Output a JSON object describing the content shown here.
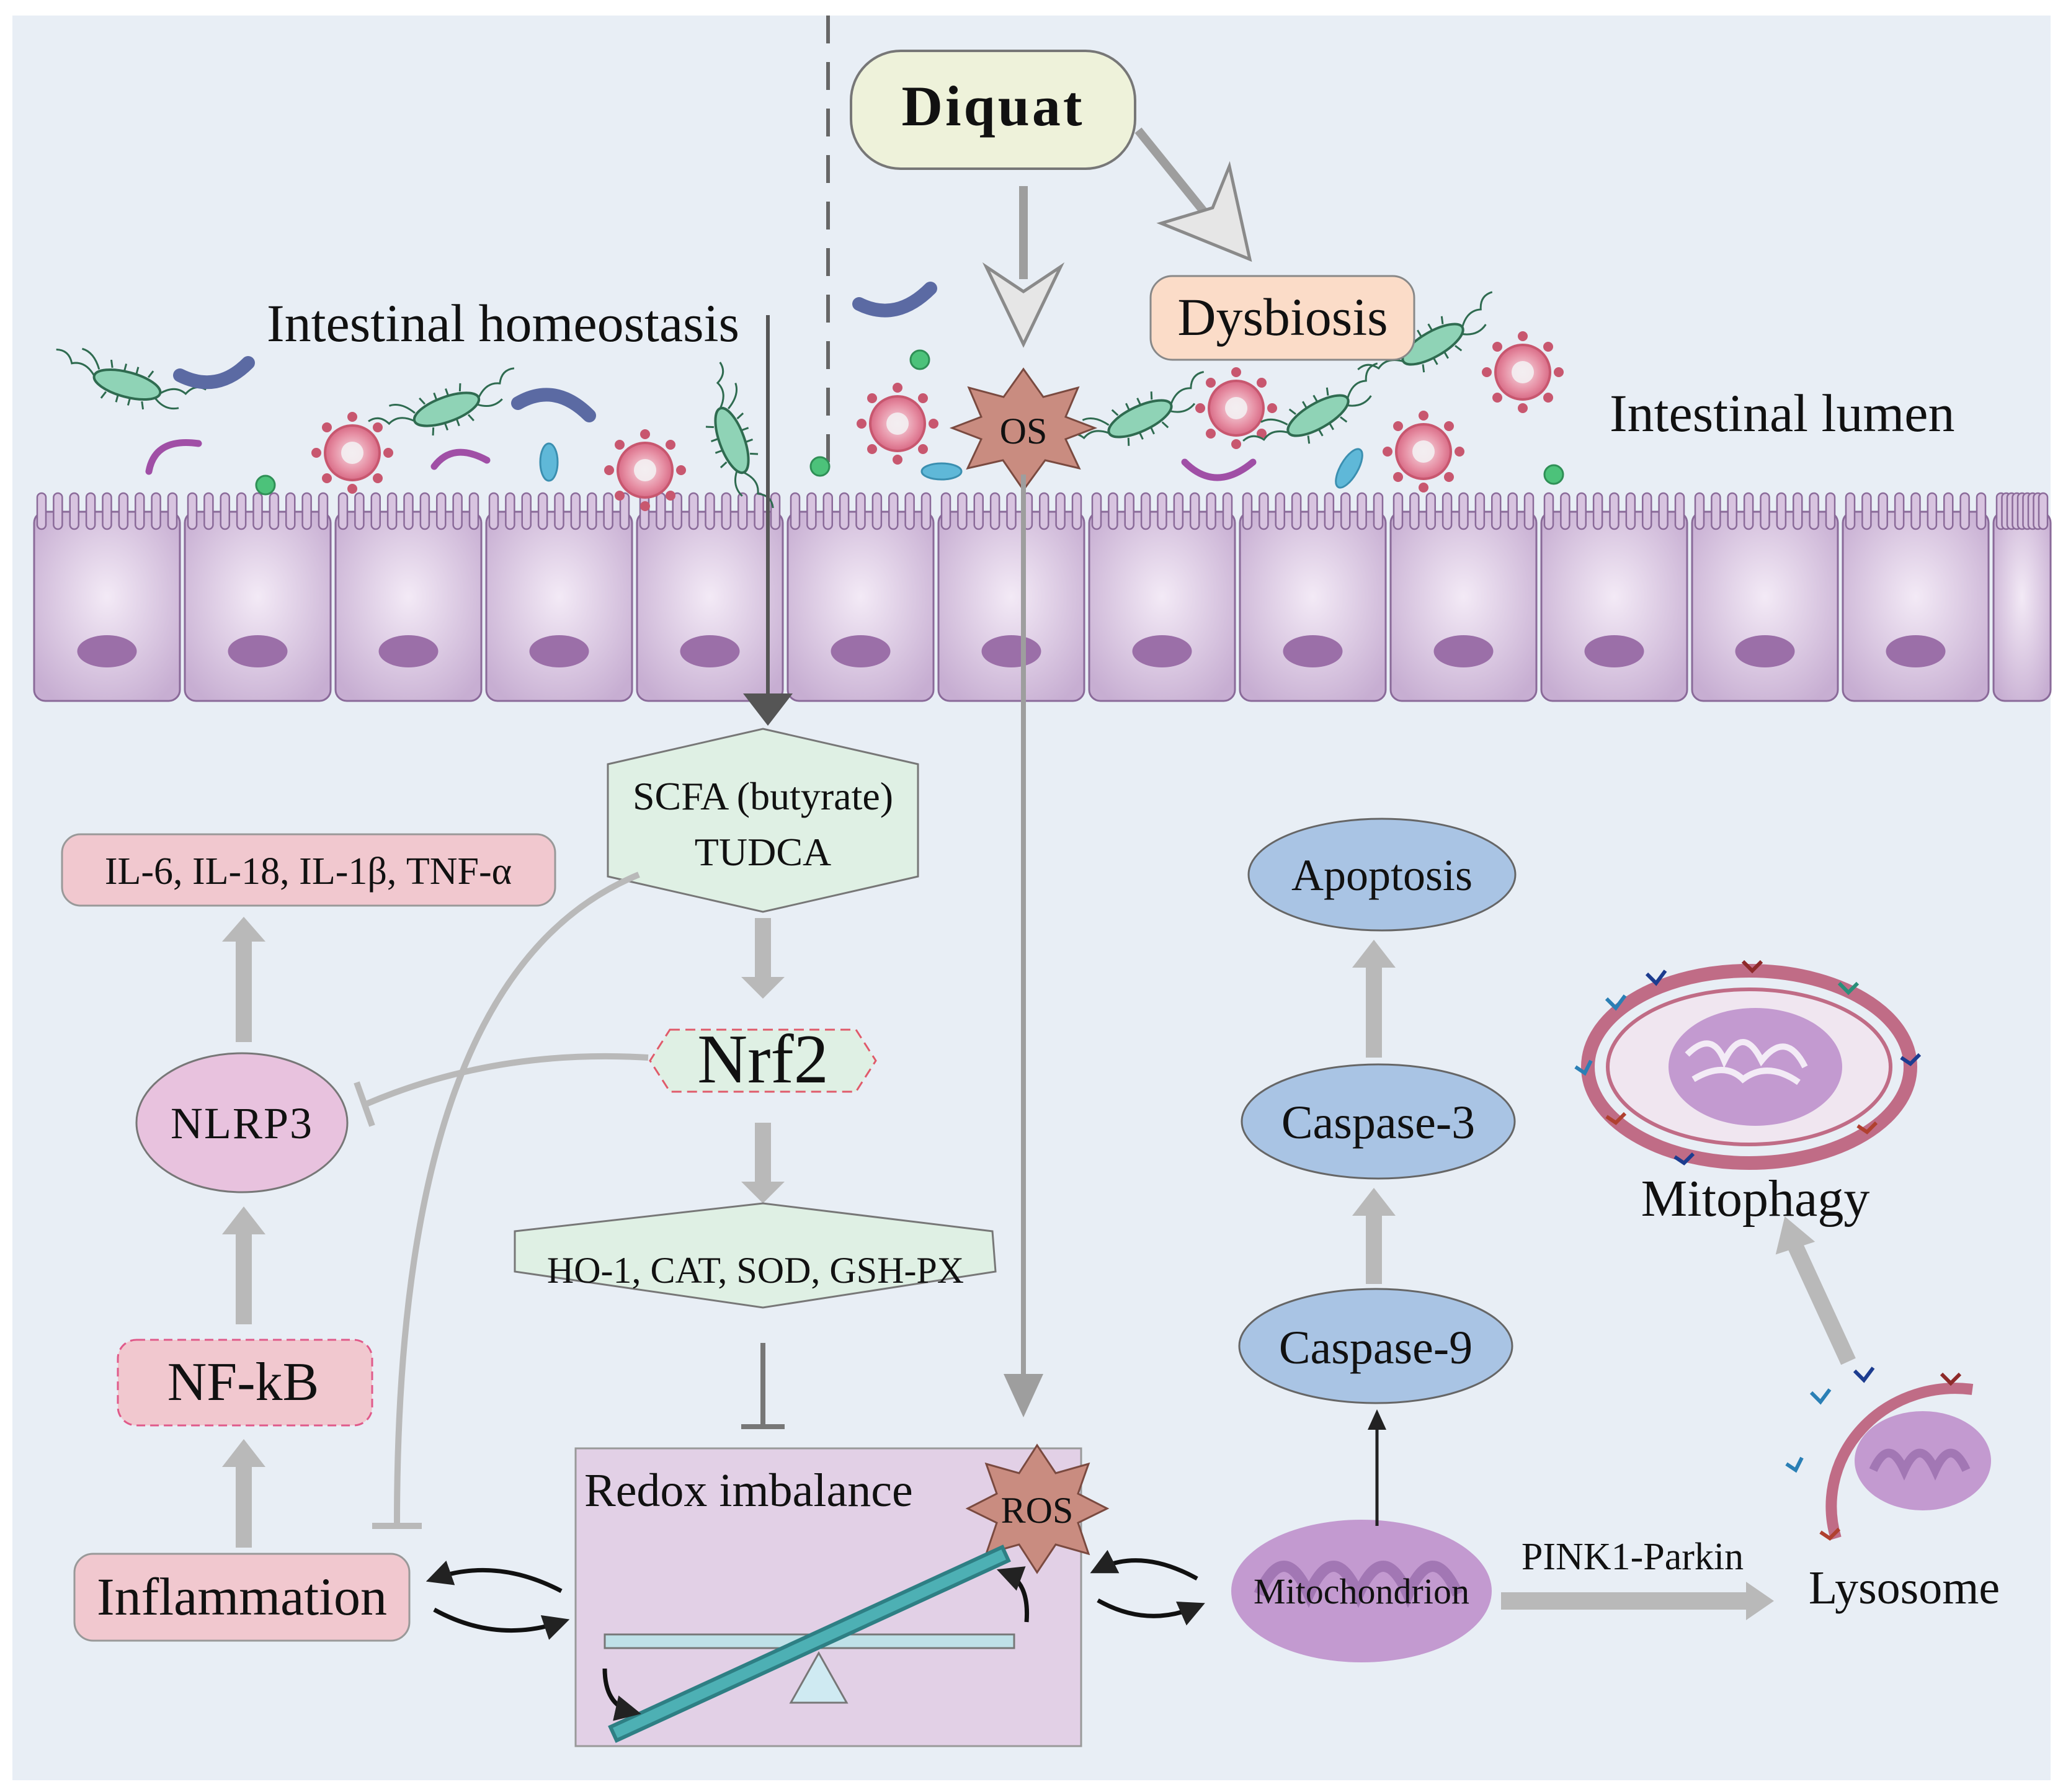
{
  "labels": {
    "diquat": "Diquat",
    "dysbiosis": "Dysbiosis",
    "intestinal_homeostasis": "Intestinal homeostasis",
    "intestinal_lumen": "Intestinal lumen",
    "os": "OS",
    "scfa_line1": "SCFA (butyrate)",
    "scfa_line2": "TUDCA",
    "nrf2": "Nrf2",
    "antioxidants": "HO-1, CAT, SOD, GSH-PX",
    "cytokines": "IL-6, IL-18, IL-1β, TNF-α",
    "nlrp3": "NLRP3",
    "nfkb": "NF-kB",
    "inflammation": "Inflammation",
    "redox_imbalance": "Redox imbalance",
    "ros": "ROS",
    "mitochondrion": "Mitochondrion",
    "pink1_parkin": "PINK1-Parkin",
    "lysosome": "Lysosome",
    "mitophagy": "Mitophagy",
    "apoptosis": "Apoptosis",
    "caspase3": "Caspase-3",
    "caspase9": "Caspase-9"
  },
  "colors": {
    "background": "#e8eef5",
    "cell_fill": "#c9b0d4",
    "arrow_gray": "#b9b9b9",
    "hexagon_fill": "#dff0e4",
    "pink_box": "#f1c8cf",
    "nlrp3_fill": "#e8c2de",
    "caspase_fill": "#a9c4e4",
    "redox_box": "#e2d0e6",
    "star_fill": "#c98c80",
    "mito_fill": "#c39ad0",
    "seesaw_beam": "#3a9a9e"
  }
}
